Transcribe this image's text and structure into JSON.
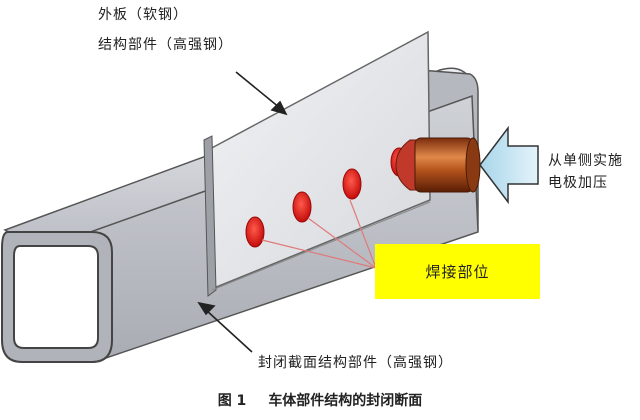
{
  "labels": {
    "outer_panel": "外板（软钢）",
    "structural_part_top": "结构部件（高强钢）",
    "electrode_line1": "从单侧实施",
    "electrode_line2": "电极加压",
    "weld_location": "焊接部位",
    "closed_section": "封闭截面结构部件（高强钢）"
  },
  "caption": {
    "number": "图 1",
    "text": "车体部件结构的封闭断面"
  },
  "colors": {
    "weld_box": "#ffff00",
    "weld_spot": "#dd1111",
    "electrode": "#b4521c",
    "arrow": "#c8e6f2",
    "beam": "#c9ccd2",
    "panel": "#e6e8ec"
  },
  "weld_spot_count": 4
}
